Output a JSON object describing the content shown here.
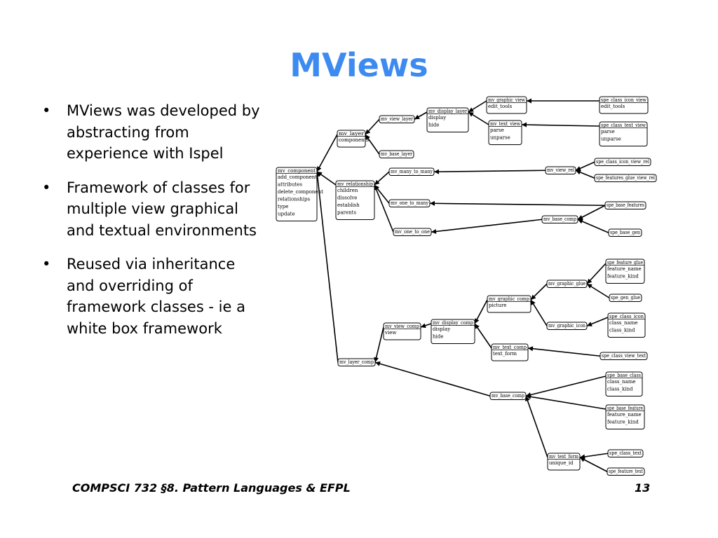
{
  "slide": {
    "title": "MViews",
    "bullets": [
      "MViews was developed by abstracting from experience with Ispel",
      "Framework of classes for multiple view graphical and textual environments",
      "Reused via inheritance and overriding of framework classes - ie a white box framework"
    ],
    "bullet_glyph": "•",
    "footer_left": "COMPSCI 732 §8. Pattern Languages & EFPL",
    "page_number": "13"
  },
  "diagram": {
    "title_color": "#3d8bf0",
    "line_color": "#000000",
    "classes": [
      {
        "id": "mv_component",
        "name": "mv_component",
        "attrs": [
          "add_component",
          "attributes",
          "delete_component",
          "relationships",
          "type",
          "update"
        ]
      },
      {
        "id": "mv_layer",
        "name": "mv_layer",
        "attrs": [
          "components"
        ]
      },
      {
        "id": "mv_relationship",
        "name": "mv_relationship",
        "attrs": [
          "children",
          "dissolve",
          "establish",
          "parents"
        ]
      },
      {
        "id": "mv_layer_comp",
        "name": "mv_layer_comp",
        "attrs": []
      },
      {
        "id": "mv_view_layer",
        "name": "mv_view_layer",
        "attrs": []
      },
      {
        "id": "mv_base_layer",
        "name": "mv_base_layer",
        "attrs": []
      },
      {
        "id": "mv_display_layer",
        "name": "mv_display_layer",
        "attrs": [
          "display",
          "hide"
        ]
      },
      {
        "id": "mv_graphic_view",
        "name": "mv_graphic_view",
        "attrs": [
          "edit_tools"
        ]
      },
      {
        "id": "mv_text_view",
        "name": "mv_text_view",
        "attrs": [
          "parse",
          "unparse"
        ]
      },
      {
        "id": "spe_class_icon_view",
        "name": "spe_class_icon_view",
        "attrs": [
          "edit_tools"
        ]
      },
      {
        "id": "spe_class_text_view",
        "name": "spe_class_text_view",
        "attrs": [
          "parse",
          "unparse"
        ]
      },
      {
        "id": "mv_many_to_many",
        "name": "mv_many_to_many",
        "attrs": []
      },
      {
        "id": "mv_one_to_many",
        "name": "mv_one_to_many",
        "attrs": []
      },
      {
        "id": "mv_one_to_one",
        "name": "mv_one_to_one",
        "attrs": []
      },
      {
        "id": "mv_view_rel",
        "name": "mv_view_rel",
        "attrs": []
      },
      {
        "id": "spe_class_icon_view_rel",
        "name": "spe_class_icon_view_rel",
        "attrs": []
      },
      {
        "id": "spe_features_glue_view_rel",
        "name": "spe_features_glue_view_rel",
        "attrs": []
      },
      {
        "id": "spe_base_features",
        "name": "spe_base_features",
        "attrs": []
      },
      {
        "id": "mv_base_comp_rel",
        "name": "mv_base_comp",
        "attrs": []
      },
      {
        "id": "spe_base_gen",
        "name": "spe_base_gen",
        "attrs": []
      },
      {
        "id": "spe_feature_glue",
        "name": "spe_feature_glue",
        "attrs": [
          "feature_name",
          "feature_kind"
        ]
      },
      {
        "id": "mv_graphic_glue",
        "name": "mv_graphic_glue",
        "attrs": []
      },
      {
        "id": "spe_gen_glue",
        "name": "spe_gen_glue",
        "attrs": []
      },
      {
        "id": "mv_graphic_comp",
        "name": "mv_graphic_comp",
        "attrs": [
          "picture"
        ]
      },
      {
        "id": "mv_display_comp",
        "name": "mv_display_comp",
        "attrs": [
          "display",
          "hide"
        ]
      },
      {
        "id": "mv_view_comp",
        "name": "mv_view_comp",
        "attrs": [
          "view"
        ]
      },
      {
        "id": "spe_class_icon",
        "name": "spe_class_icon",
        "attrs": [
          "class_name",
          "class_kind"
        ]
      },
      {
        "id": "mv_graphic_icon",
        "name": "mv_graphic_icon",
        "attrs": []
      },
      {
        "id": "mv_text_comp",
        "name": "mv_text_comp",
        "attrs": [
          "text_form"
        ]
      },
      {
        "id": "spe_class_view_text",
        "name": "spe_class_view_text",
        "attrs": []
      },
      {
        "id": "spe_base_class",
        "name": "spe_base_class",
        "attrs": [
          "class_name",
          "class_kind"
        ]
      },
      {
        "id": "mv_base_comp",
        "name": "mv_base_comp",
        "attrs": []
      },
      {
        "id": "spe_base_feature",
        "name": "spe_base_feature",
        "attrs": [
          "feature_name",
          "feature_kind"
        ]
      },
      {
        "id": "mv_text_form",
        "name": "mv_text_form",
        "attrs": [
          "unique_id"
        ]
      },
      {
        "id": "spe_class_text",
        "name": "spe_class_text",
        "attrs": []
      },
      {
        "id": "spe_feature_text",
        "name": "spe_feature_text",
        "attrs": []
      }
    ],
    "inheritance": [
      {
        "from": "mv_layer",
        "to": "mv_component"
      },
      {
        "from": "mv_relationship",
        "to": "mv_component"
      },
      {
        "from": "mv_layer_comp",
        "to": "mv_component"
      },
      {
        "from": "mv_view_layer",
        "to": "mv_layer"
      },
      {
        "from": "mv_base_layer",
        "to": "mv_layer"
      },
      {
        "from": "mv_display_layer",
        "to": "mv_view_layer"
      },
      {
        "from": "mv_graphic_view",
        "to": "mv_display_layer"
      },
      {
        "from": "mv_text_view",
        "to": "mv_display_layer"
      },
      {
        "from": "spe_class_icon_view",
        "to": "mv_graphic_view"
      },
      {
        "from": "spe_class_text_view",
        "to": "mv_text_view"
      },
      {
        "from": "mv_many_to_many",
        "to": "mv_relationship"
      },
      {
        "from": "mv_one_to_many",
        "to": "mv_relationship"
      },
      {
        "from": "mv_one_to_one",
        "to": "mv_relationship"
      },
      {
        "from": "mv_view_rel",
        "to": "mv_many_to_many"
      },
      {
        "from": "spe_class_icon_view_rel",
        "to": "mv_view_rel"
      },
      {
        "from": "spe_features_glue_view_rel",
        "to": "mv_view_rel"
      },
      {
        "from": "spe_base_features",
        "to": "mv_one_to_many"
      },
      {
        "from": "mv_base_comp_rel",
        "to": "mv_one_to_one"
      },
      {
        "from": "spe_base_features",
        "to": "mv_base_comp_rel"
      },
      {
        "from": "spe_base_gen",
        "to": "mv_base_comp_rel"
      },
      {
        "from": "mv_view_comp",
        "to": "mv_layer_comp"
      },
      {
        "from": "mv_base_comp",
        "to": "mv_layer_comp"
      },
      {
        "from": "mv_display_comp",
        "to": "mv_view_comp"
      },
      {
        "from": "mv_graphic_comp",
        "to": "mv_display_comp"
      },
      {
        "from": "mv_text_comp",
        "to": "mv_display_comp"
      },
      {
        "from": "mv_graphic_glue",
        "to": "mv_graphic_comp"
      },
      {
        "from": "mv_graphic_icon",
        "to": "mv_graphic_comp"
      },
      {
        "from": "spe_feature_glue",
        "to": "mv_graphic_glue"
      },
      {
        "from": "spe_gen_glue",
        "to": "mv_graphic_glue"
      },
      {
        "from": "spe_class_icon",
        "to": "mv_graphic_icon"
      },
      {
        "from": "spe_class_view_text",
        "to": "mv_text_comp"
      },
      {
        "from": "spe_base_class",
        "to": "mv_base_comp"
      },
      {
        "from": "spe_base_feature",
        "to": "mv_base_comp"
      },
      {
        "from": "mv_text_form",
        "to": "mv_base_comp"
      },
      {
        "from": "spe_class_text",
        "to": "mv_text_form"
      },
      {
        "from": "spe_feature_text",
        "to": "mv_text_form"
      }
    ]
  }
}
